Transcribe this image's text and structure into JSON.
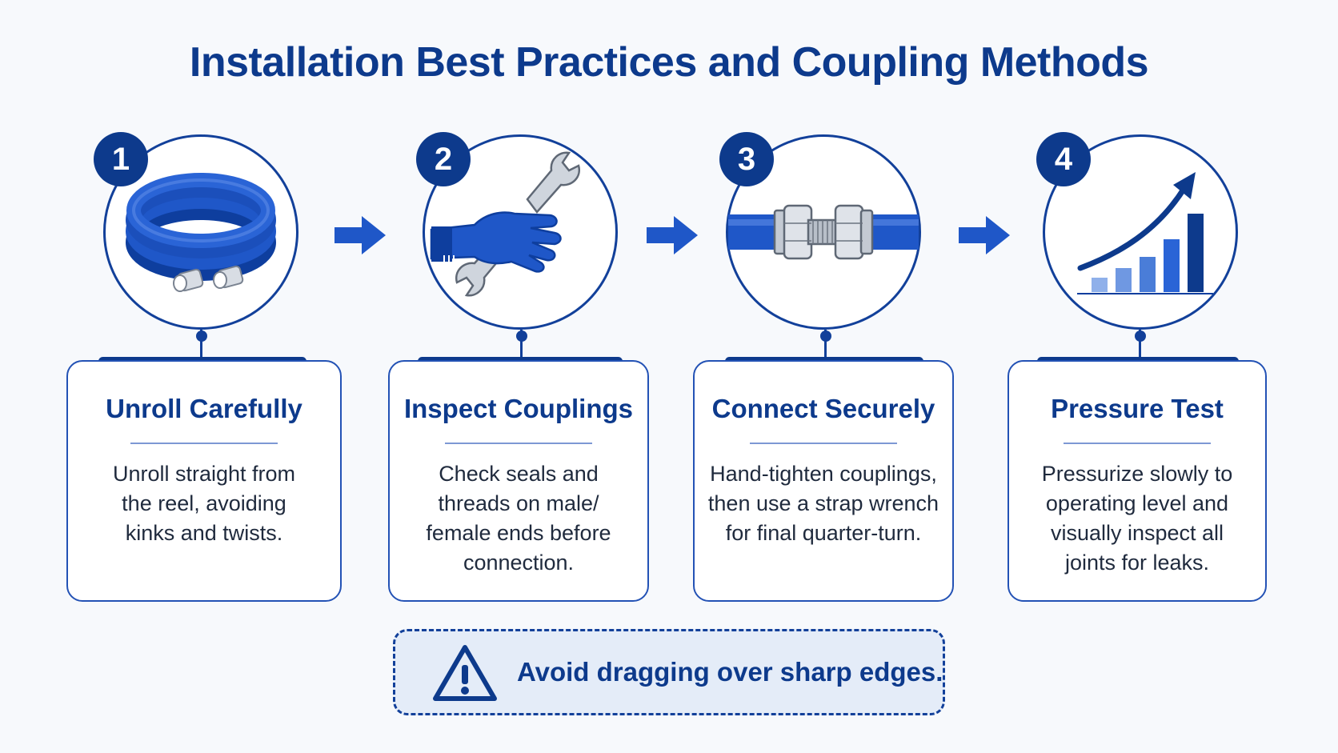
{
  "title": "Installation Best Practices and Coupling Methods",
  "steps": [
    {
      "number": "1",
      "icon": "hose-coil-icon",
      "title": "Unroll Carefully",
      "lines": [
        "Unroll straight from",
        "the reel, avoiding",
        "kinks and twists."
      ]
    },
    {
      "number": "2",
      "icon": "hand-wrench-icon",
      "title": "Inspect Couplings",
      "lines": [
        "Check seals and",
        "threads on male/",
        "female ends before",
        "connection."
      ]
    },
    {
      "number": "3",
      "icon": "pipe-coupling-icon",
      "title": "Connect Securely",
      "lines": [
        "Hand-tighten couplings,",
        "then use a strap wrench",
        "for final quarter-turn."
      ]
    },
    {
      "number": "4",
      "icon": "growth-chart-icon",
      "title": "Pressure Test",
      "lines": [
        "Pressurize slowly to",
        "operating level and",
        "visually inspect all",
        "joints for leaks."
      ]
    }
  ],
  "warning": {
    "icon": "warning-triangle-icon",
    "text": "Avoid dragging over sharp edges."
  },
  "colors": {
    "primary": "#0d3a8c",
    "accent": "#1f57c8",
    "background": "#f7f9fc",
    "warning_bg": "#e4ecf8"
  }
}
